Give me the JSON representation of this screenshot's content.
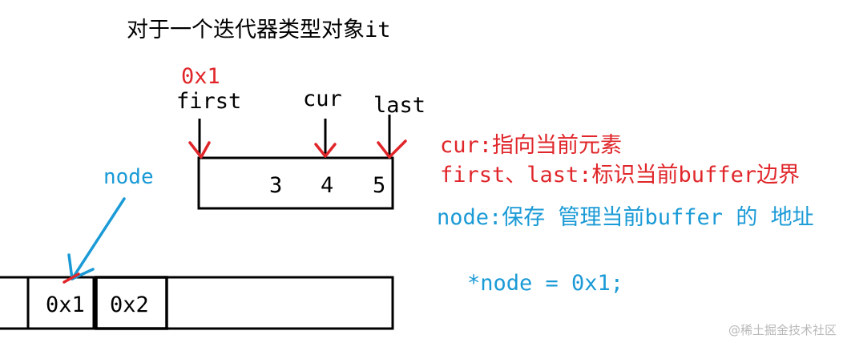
{
  "title": "对于一个迭代器类型对象it",
  "buffer": {
    "address_label": "0x1",
    "pointers": {
      "first": "first",
      "cur": "cur",
      "last": "last"
    },
    "cells": [
      "3",
      "4",
      "5"
    ]
  },
  "node_label": "node",
  "map": {
    "cells": [
      "0x1",
      "0x2"
    ]
  },
  "notes": {
    "cur": "cur:指向当前元素",
    "first_last": "first、last:标识当前buffer边界",
    "node": "node:保存 管理当前buffer 的 地址",
    "code": "*node = 0x1;"
  },
  "watermark": "@稀土掘金技术社区",
  "colors": {
    "red": "#e0262a",
    "blue": "#1a9ad6",
    "black": "#000000"
  }
}
